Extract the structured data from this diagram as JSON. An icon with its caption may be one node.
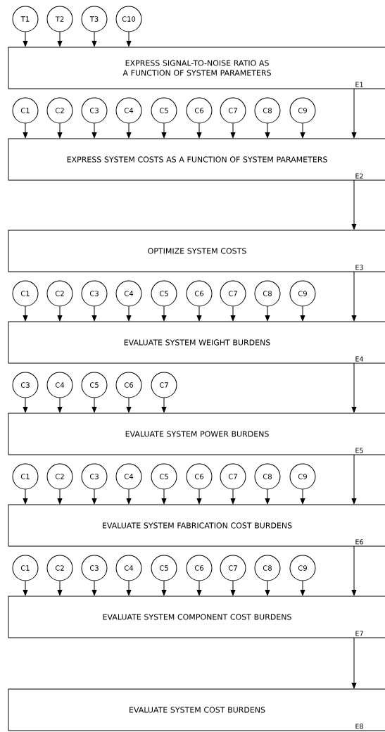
{
  "diagram": {
    "nodes": [
      {
        "text": [
          "T1"
        ]
      },
      {
        "text": [
          "T2"
        ]
      },
      {
        "text": [
          "T3"
        ]
      },
      {
        "text": [
          "C10"
        ]
      },
      {
        "text": [
          "EXPRESS SIGNAL-TO-NOISE RATIO AS A FUNCTION OF SYSTEM PARAMETERS",
          "E1"
        ]
      },
      {
        "text": [
          "C1"
        ]
      },
      {
        "text": [
          "C2"
        ]
      },
      {
        "text": [
          "C3"
        ]
      },
      {
        "text": [
          "C4"
        ]
      },
      {
        "text": [
          "C5"
        ]
      },
      {
        "text": [
          "C6"
        ]
      },
      {
        "text": [
          "C7"
        ]
      },
      {
        "text": [
          "C8"
        ]
      },
      {
        "text": [
          "C9"
        ]
      },
      {
        "text": [
          "EXPRESS SYSTEM COSTS AS A FUNCTION OF SYSTEM PARAMETERS",
          "E2"
        ]
      },
      {
        "text": [
          "OPTIMIZE SYSTEM COSTS",
          "E3"
        ]
      },
      {
        "text": [
          "C1"
        ]
      },
      {
        "text": [
          "C2"
        ]
      },
      {
        "text": [
          "C3"
        ]
      },
      {
        "text": [
          "C4"
        ]
      },
      {
        "text": [
          "C5"
        ]
      },
      {
        "text": [
          "C6"
        ]
      },
      {
        "text": [
          "C7"
        ]
      },
      {
        "text": [
          "C8"
        ]
      },
      {
        "text": [
          "C9"
        ]
      },
      {
        "text": [
          "EVALUATE SYSTEM WEIGHT BURDENS",
          "E4"
        ]
      },
      {
        "text": [
          "C3"
        ]
      },
      {
        "text": [
          "C4"
        ]
      },
      {
        "text": [
          "C5"
        ]
      },
      {
        "text": [
          "C6"
        ]
      },
      {
        "text": [
          "C7"
        ]
      },
      {
        "text": [
          "EVALUATE SYSTEM POWER BURDENS",
          "E5"
        ]
      },
      {
        "text": [
          "C1"
        ]
      },
      {
        "text": [
          "C2"
        ]
      },
      {
        "text": [
          "C3"
        ]
      },
      {
        "text": [
          "C4"
        ]
      },
      {
        "text": [
          "C5"
        ]
      },
      {
        "text": [
          "C6"
        ]
      },
      {
        "text": [
          "C7"
        ]
      },
      {
        "text": [
          "C8"
        ]
      },
      {
        "text": [
          "C9"
        ]
      },
      {
        "text": [
          "EVALUATE SYSTEM FABRICATION COST BURDENS",
          "E6"
        ]
      },
      {
        "text": [
          "C1"
        ]
      },
      {
        "text": [
          "C2"
        ]
      },
      {
        "text": [
          "C3"
        ]
      },
      {
        "text": [
          "C4"
        ]
      },
      {
        "text": [
          "C5"
        ]
      },
      {
        "text": [
          "C6"
        ]
      },
      {
        "text": [
          "C7"
        ]
      },
      {
        "text": [
          "C8"
        ]
      },
      {
        "text": [
          "C9"
        ]
      },
      {
        "text": [
          "EVALUATE SYSTEM COMPONENT COST BURDENS",
          "E7"
        ]
      },
      {
        "text": [
          "EVALUATE SYSTEM COST BURDENS",
          "E8"
        ]
      }
    ],
    "edges": [
      {
        "from": 0,
        "to": 4,
        "arrow": "to"
      },
      {
        "from": 1,
        "to": 4,
        "arrow": "to"
      },
      {
        "from": 2,
        "to": 4,
        "arrow": "to"
      },
      {
        "from": 3,
        "to": 4,
        "arrow": "to"
      },
      {
        "from": 5,
        "to": 14,
        "arrow": "to"
      },
      {
        "from": 6,
        "to": 14,
        "arrow": "to"
      },
      {
        "from": 7,
        "to": 14,
        "arrow": "to"
      },
      {
        "from": 8,
        "to": 14,
        "arrow": "to"
      },
      {
        "from": 9,
        "to": 14,
        "arrow": "to"
      },
      {
        "from": 10,
        "to": 14,
        "arrow": "to"
      },
      {
        "from": 11,
        "to": 14,
        "arrow": "to"
      },
      {
        "from": 12,
        "to": 14,
        "arrow": "to"
      },
      {
        "from": 13,
        "to": 14,
        "arrow": "to"
      },
      {
        "from": 4,
        "to": 14,
        "arrow": "to"
      },
      {
        "from": 14,
        "to": 15,
        "arrow": "to"
      },
      {
        "from": 16,
        "to": 25,
        "arrow": "to"
      },
      {
        "from": 17,
        "to": 25,
        "arrow": "to"
      },
      {
        "from": 18,
        "to": 25,
        "arrow": "to"
      },
      {
        "from": 19,
        "to": 25,
        "arrow": "to"
      },
      {
        "from": 20,
        "to": 25,
        "arrow": "to"
      },
      {
        "from": 21,
        "to": 25,
        "arrow": "to"
      },
      {
        "from": 22,
        "to": 25,
        "arrow": "to"
      },
      {
        "from": 23,
        "to": 25,
        "arrow": "to"
      },
      {
        "from": 24,
        "to": 25,
        "arrow": "to"
      },
      {
        "from": 15,
        "to": 25,
        "arrow": "to"
      },
      {
        "from": 26,
        "to": 31,
        "arrow": "to"
      },
      {
        "from": 27,
        "to": 31,
        "arrow": "to"
      },
      {
        "from": 28,
        "to": 31,
        "arrow": "to"
      },
      {
        "from": 29,
        "to": 31,
        "arrow": "to"
      },
      {
        "from": 30,
        "to": 31,
        "arrow": "to"
      },
      {
        "from": 25,
        "to": 31,
        "arrow": "to"
      },
      {
        "from": 32,
        "to": 41,
        "arrow": "to"
      },
      {
        "from": 33,
        "to": 41,
        "arrow": "to"
      },
      {
        "from": 34,
        "to": 41,
        "arrow": "to"
      },
      {
        "from": 35,
        "to": 41,
        "arrow": "to"
      },
      {
        "from": 36,
        "to": 41,
        "arrow": "to"
      },
      {
        "from": 37,
        "to": 41,
        "arrow": "to"
      },
      {
        "from": 38,
        "to": 41,
        "arrow": "to"
      },
      {
        "from": 39,
        "to": 41,
        "arrow": "to"
      },
      {
        "from": 40,
        "to": 41,
        "arrow": "to"
      },
      {
        "from": 31,
        "to": 41,
        "arrow": "to"
      },
      {
        "from": 42,
        "to": 51,
        "arrow": "to"
      },
      {
        "from": 43,
        "to": 51,
        "arrow": "to"
      },
      {
        "from": 44,
        "to": 51,
        "arrow": "to"
      },
      {
        "from": 45,
        "to": 51,
        "arrow": "to"
      },
      {
        "from": 46,
        "to": 51,
        "arrow": "to"
      },
      {
        "from": 47,
        "to": 51,
        "arrow": "to"
      },
      {
        "from": 48,
        "to": 51,
        "arrow": "to"
      },
      {
        "from": 49,
        "to": 51,
        "arrow": "to"
      },
      {
        "from": 50,
        "to": 51,
        "arrow": "to"
      },
      {
        "from": 41,
        "to": 51,
        "arrow": "to"
      },
      {
        "from": 51,
        "to": 52,
        "arrow": "to"
      }
    ]
  }
}
